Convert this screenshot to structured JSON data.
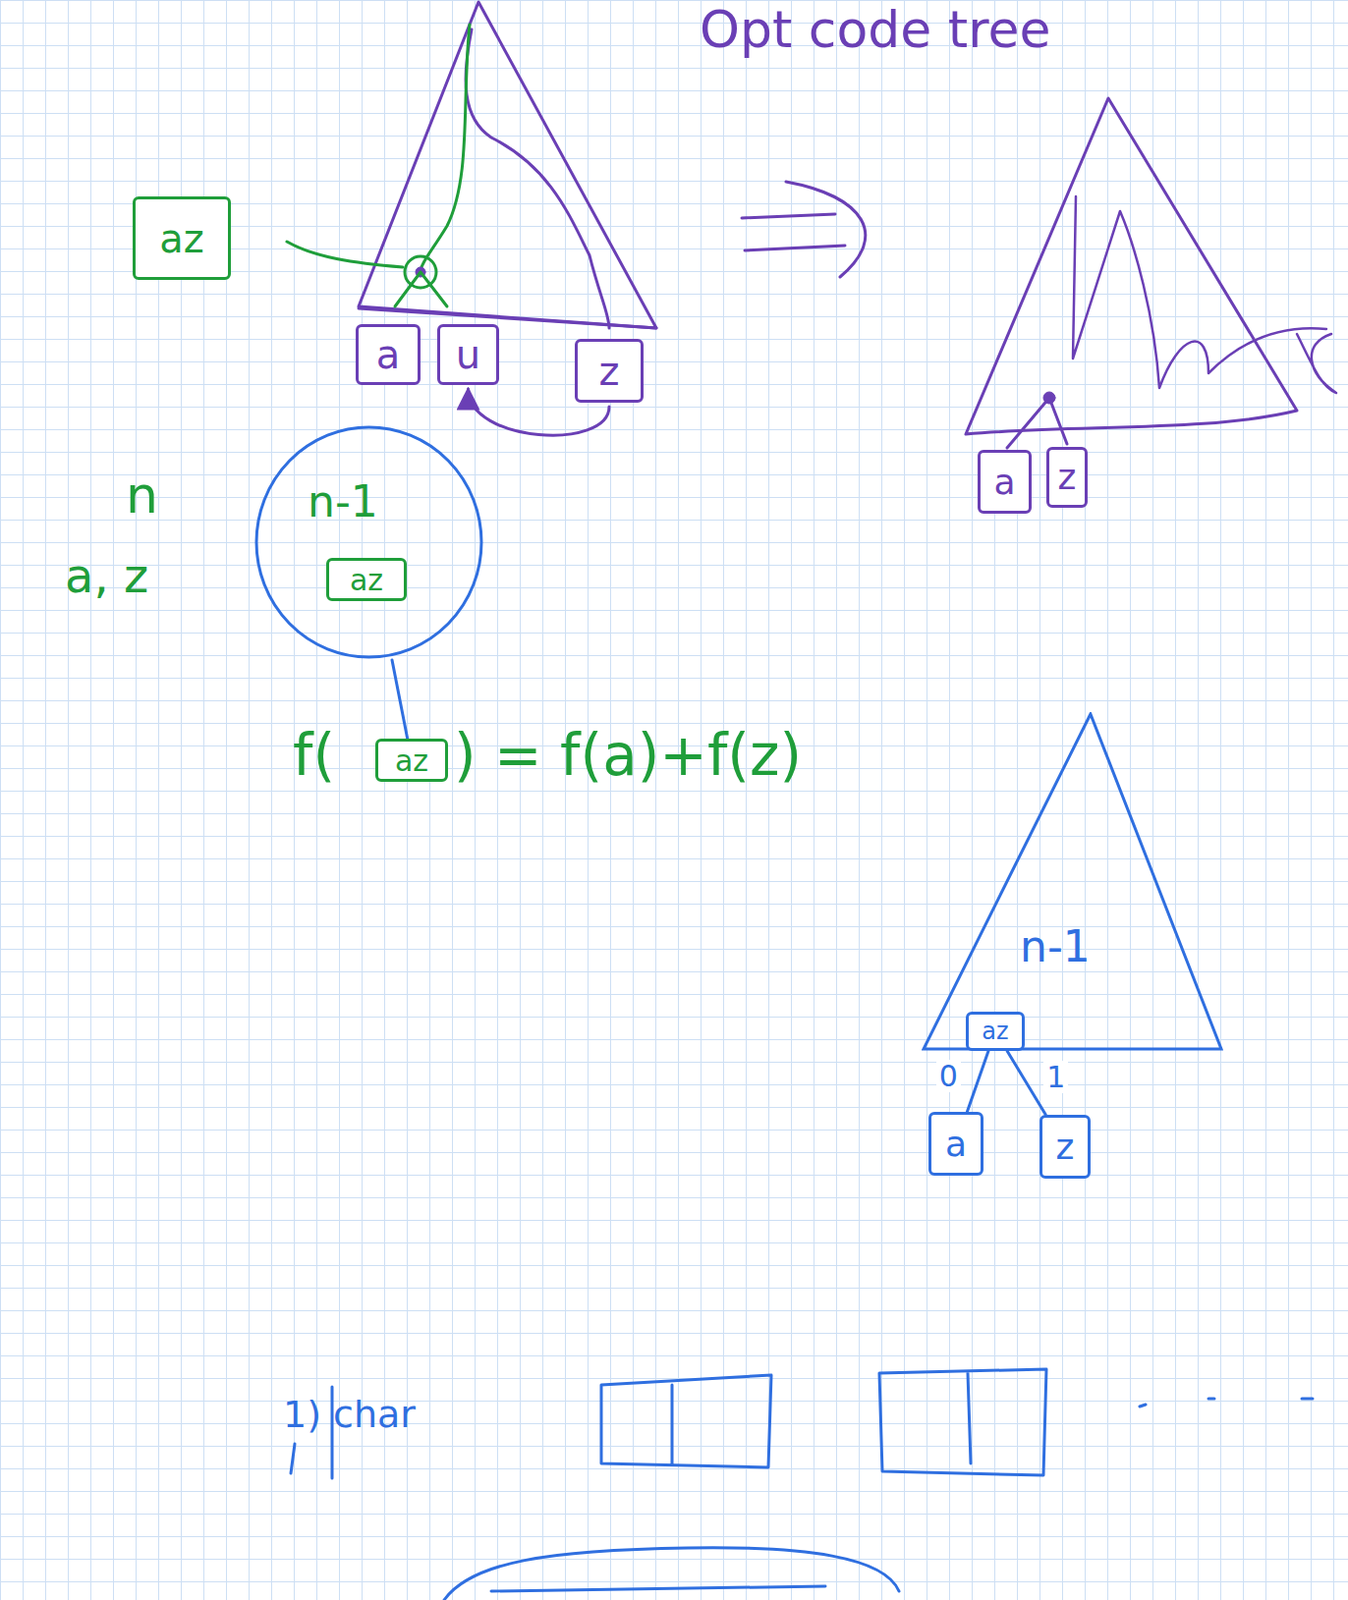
{
  "diagram": {
    "nodes": [
      {
        "text": [
          "az"
        ]
      },
      {
        "text": [
          "a"
        ]
      },
      {
        "text": [
          "u"
        ]
      },
      {
        "text": [
          "z"
        ]
      },
      {
        "text": [
          "n-1"
        ]
      },
      {
        "text": [
          "az"
        ],
        "in": 4
      },
      {
        "text": [
          "az"
        ]
      },
      {
        "text": [
          "a"
        ]
      },
      {
        "text": [
          "z"
        ]
      },
      {
        "text": [
          "n-1"
        ]
      },
      {
        "text": [
          "az"
        ],
        "in": 9
      },
      {
        "text": [
          "a"
        ]
      },
      {
        "text": [
          "z"
        ]
      }
    ],
    "edges": [
      {
        "from": 3,
        "to": 2,
        "arrow": "to"
      },
      {
        "from": 4,
        "to": 6,
        "arrow": "none"
      },
      {
        "from": 10,
        "to": 11,
        "label": "0",
        "arrow": "none"
      },
      {
        "from": 10,
        "to": 12,
        "label": "1",
        "arrow": "none"
      }
    ],
    "labels": [
      "Opt code tree",
      "n",
      "a, z",
      "f(",
      ") = f(a)+f(z)",
      "1) char"
    ]
  }
}
